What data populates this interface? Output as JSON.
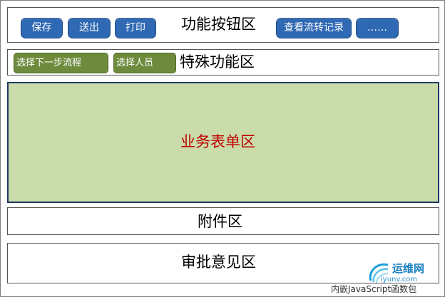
{
  "function_area": {
    "title": "功能按钮区",
    "buttons": [
      "保存",
      "送出",
      "打印",
      "查看流转记录",
      "……"
    ]
  },
  "special_area": {
    "title": "特殊功能区",
    "buttons": [
      "选择下一步流程",
      "选择人员"
    ]
  },
  "form_area": {
    "title": "业务表单区"
  },
  "attachment_area": {
    "title": "附件区"
  },
  "approval_area": {
    "title": "审批意见区"
  },
  "watermark": {
    "site_name": "运维网",
    "site_url": "iyunv.com"
  },
  "caption": "内嵌JavaScript函数包",
  "colors": {
    "blue_button": "#2f68b3",
    "green_button": "#6e8b3d",
    "form_fill": "#c9dcaa",
    "form_border": "#1f3864",
    "form_title": "#c00000"
  }
}
